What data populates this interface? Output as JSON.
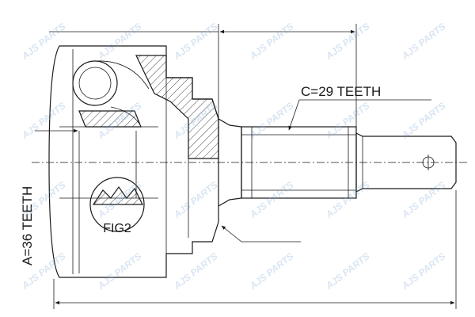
{
  "labels": {
    "teeth_a": "A=36 TEETH",
    "teeth_c": "C=29 TEETH",
    "fig": "FIG2"
  },
  "watermark": {
    "text": "AJS PARTS",
    "color": "#a7c2e3"
  }
}
